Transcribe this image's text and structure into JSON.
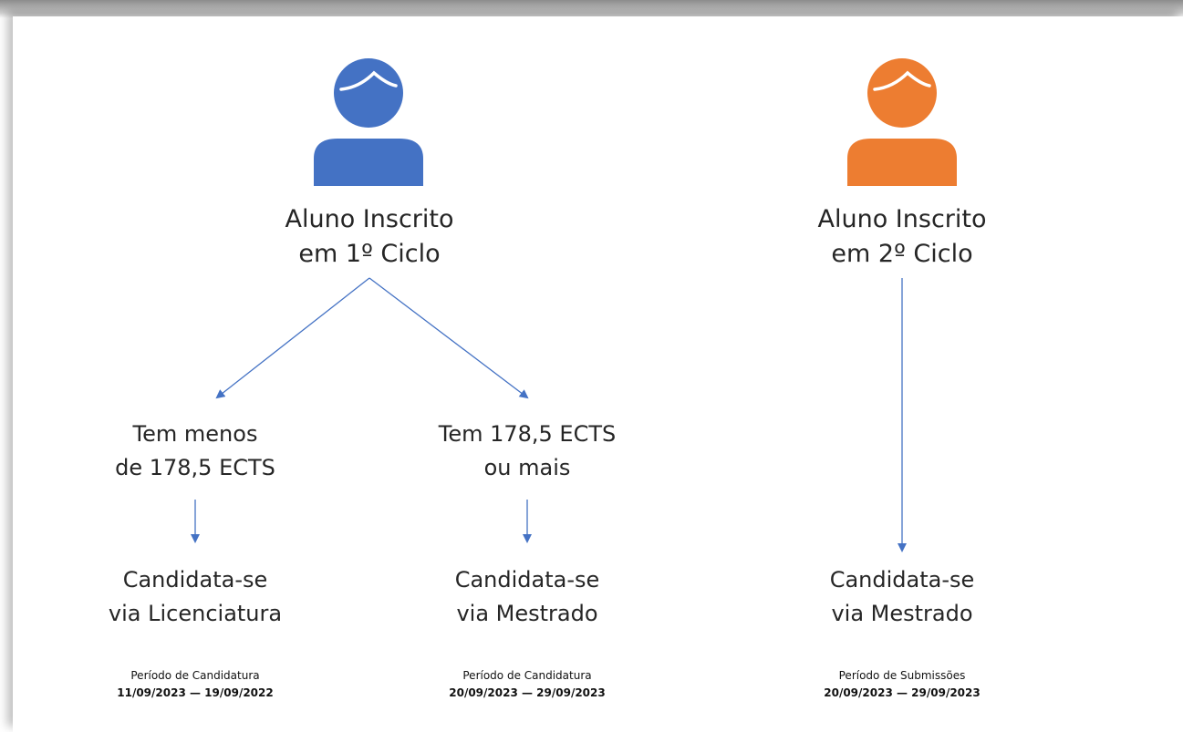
{
  "colors": {
    "blue_person": "#4472c4",
    "orange_person": "#ed7d31",
    "arrow": "#4472c4"
  },
  "icons": {
    "person_left": "person-icon",
    "person_right": "person-icon"
  },
  "left_group": {
    "title_line1": "Aluno Inscrito",
    "title_line2": "em 1º Ciclo",
    "branch_a": {
      "condition_line1": "Tem menos",
      "condition_line2": "de 178,5 ECTS",
      "result_line1": "Candidata-se",
      "result_line2": "via Licenciatura",
      "period_label": "Período de Candidatura",
      "period_dates": "11/09/2023 — 19/09/2022"
    },
    "branch_b": {
      "condition_line1": "Tem 178,5 ECTS",
      "condition_line2": "ou mais",
      "result_line1": "Candidata-se",
      "result_line2": "via Mestrado",
      "period_label": "Período de Candidatura",
      "period_dates": "20/09/2023 — 29/09/2023"
    }
  },
  "right_group": {
    "title_line1": "Aluno Inscrito",
    "title_line2": "em 2º Ciclo",
    "result_line1": "Candidata-se",
    "result_line2": "via Mestrado",
    "period_label": "Período de Submissões",
    "period_dates": "20/09/2023 — 29/09/2023"
  }
}
